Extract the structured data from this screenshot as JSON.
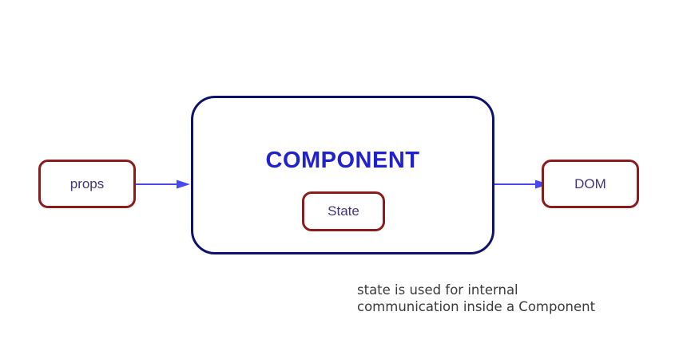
{
  "diagram": {
    "props_label": "props",
    "component_label": "COMPONENT",
    "state_label": "State",
    "dom_label": "DOM",
    "caption_line1": "state is used for internal",
    "caption_line2": "communication inside a Component",
    "colors": {
      "small_box_border": "#8e1b1b",
      "component_box_border": "#10106e",
      "component_title_text": "#2222cc",
      "small_box_label_text": "#44337a",
      "arrow": "#4848ee",
      "caption_text": "#3a3a3a",
      "background": "#ffffff"
    }
  }
}
